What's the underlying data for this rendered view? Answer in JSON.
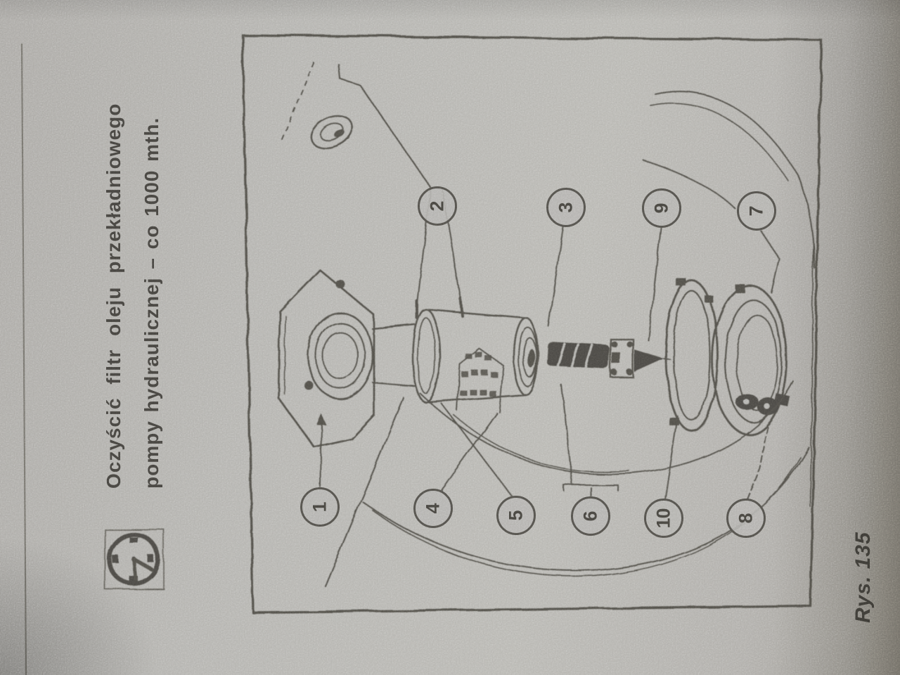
{
  "photo": {
    "paper_color": "#b3b2ae",
    "ink_color": "#514f4a"
  },
  "instruction": {
    "line1": "Oczyścić filtr oleju przekładniowego",
    "line2": "pompy hydraulicznej – co 1000 mth.",
    "icon": "maintenance-interval-clock"
  },
  "figure": {
    "caption": "Rys. 135",
    "callouts": [
      {
        "label": "2"
      },
      {
        "label": "3"
      },
      {
        "label": "9"
      },
      {
        "label": "7"
      },
      {
        "label": "1"
      },
      {
        "label": "4"
      },
      {
        "label": "5"
      },
      {
        "label": "6"
      },
      {
        "label": "10"
      },
      {
        "label": "8"
      }
    ]
  }
}
